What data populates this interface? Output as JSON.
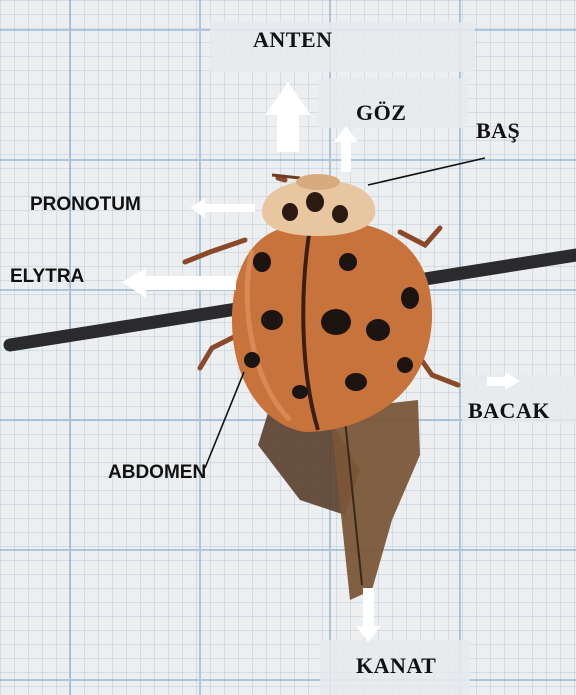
{
  "labels": {
    "anten": "ANTEN",
    "goz": "GÖZ",
    "bas": "BAŞ",
    "pronotum": "PRONOTUM",
    "elytra": "ELYTRA",
    "bacak": "BACAK",
    "abdomen": "ABDOMEN",
    "kanat": "KANAT"
  },
  "colors": {
    "elytra": "#c8733c",
    "spots": "#1c1410",
    "pronotum": "#e7c6a0",
    "wing": "#6b4a34",
    "grid_major": "#7fa6c8",
    "rod": "#2b2b2d",
    "arrow": "#ffffff"
  }
}
